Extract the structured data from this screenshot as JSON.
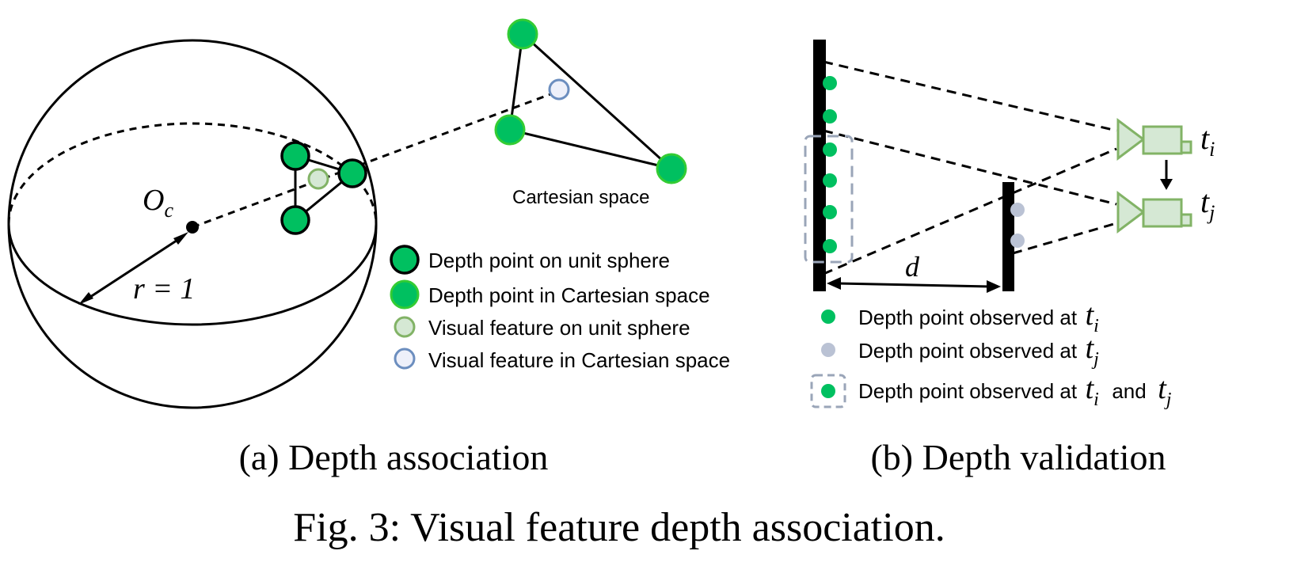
{
  "figure": {
    "caption": "Fig. 3: Visual feature depth association."
  },
  "panel_a": {
    "subcaption": "(a) Depth association",
    "center_label_main": "O",
    "center_label_sub": "c",
    "radius_label": "r = 1",
    "space_label": "Cartesian space",
    "legend": [
      {
        "label": "Depth point on unit sphere"
      },
      {
        "label": "Depth point in Cartesian space"
      },
      {
        "label": "Visual feature on unit sphere"
      },
      {
        "label": "Visual feature in Cartesian space"
      }
    ]
  },
  "panel_b": {
    "subcaption": "(b) Depth validation",
    "distance_label": "d",
    "camera_i_main": "t",
    "camera_i_sub": "i",
    "camera_j_main": "t",
    "camera_j_sub": "j",
    "legend": [
      {
        "label": "Depth point observed at",
        "t_main": "t",
        "t_sub": "i"
      },
      {
        "label": "Depth point observed at",
        "t_main": "t",
        "t_sub": "j"
      },
      {
        "label": "Depth point observed at",
        "t_main": "t",
        "t_sub": "i",
        "conj": "and",
        "t2_main": "t",
        "t2_sub": "j"
      }
    ]
  },
  "colors": {
    "depth_point_fill": "#00c060",
    "depth_point_sphere_stroke": "#000000",
    "depth_point_cartesian_stroke": "#33cc33",
    "visual_feature_sphere_fill": "#d5e8d4",
    "visual_feature_sphere_stroke": "#82b366",
    "visual_feature_cartesian_fill": "#eef0fa",
    "visual_feature_cartesian_stroke": "#6c8ebf",
    "observed_tj_fill": "#bac2d4",
    "camera_fill": "#d5e8d4",
    "camera_stroke": "#82b366",
    "dashed_box_stroke": "#9aa5b8"
  }
}
